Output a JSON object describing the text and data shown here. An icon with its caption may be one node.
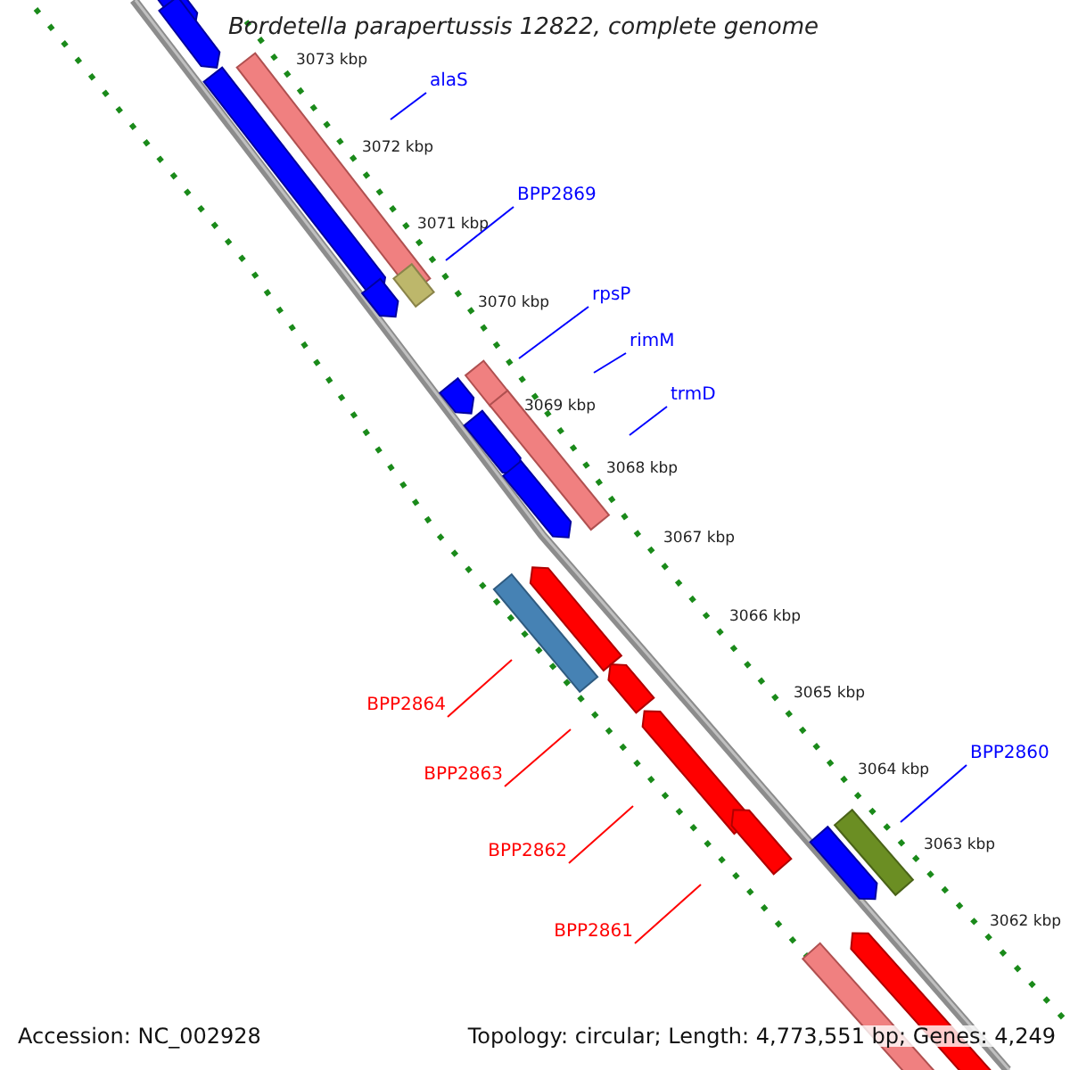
{
  "diagram": {
    "title": "Bordetella parapertussis 12822, complete genome",
    "nodes": [
      {
        "text": [
          "alaS"
        ]
      },
      {
        "text": [
          "BPP2869"
        ]
      },
      {
        "text": [
          "rpsP"
        ]
      },
      {
        "text": [
          "rimM"
        ]
      },
      {
        "text": [
          "trmD"
        ]
      },
      {
        "text": [
          "BPP2864"
        ]
      },
      {
        "text": [
          "BPP2860"
        ]
      },
      {
        "text": [
          "BPP2863"
        ]
      },
      {
        "text": [
          "BPP2862"
        ]
      },
      {
        "text": [
          "BPP2861"
        ]
      }
    ],
    "edges": [
      {
        "from": 0,
        "to": null,
        "arrow": "none"
      },
      {
        "from": 1,
        "to": null,
        "arrow": "none"
      },
      {
        "from": 2,
        "to": null,
        "arrow": "none"
      },
      {
        "from": 3,
        "to": null,
        "arrow": "none"
      },
      {
        "from": 4,
        "to": null,
        "arrow": "none"
      },
      {
        "from": 5,
        "to": null,
        "arrow": "none",
        "color": "#ff0000"
      },
      {
        "from": 6,
        "to": null,
        "arrow": "none"
      },
      {
        "from": 7,
        "to": null,
        "arrow": "none",
        "color": "#ff0000"
      },
      {
        "from": 8,
        "to": null,
        "arrow": "none",
        "color": "#ff0000"
      },
      {
        "from": 9,
        "to": null,
        "arrow": "none",
        "color": "#ff0000"
      }
    ],
    "labels": [
      "3073 kbp",
      "3072 kbp",
      "3071 kbp",
      "3070 kbp",
      "3069 kbp",
      "3068 kbp",
      "3067 kbp",
      "3066 kbp",
      "3065 kbp",
      "3064 kbp",
      "3063 kbp",
      "3062 kbp",
      "Accession: NC_002928",
      "Topology: circular; Length: 4,773,551 bp; Genes: 4,249"
    ]
  }
}
